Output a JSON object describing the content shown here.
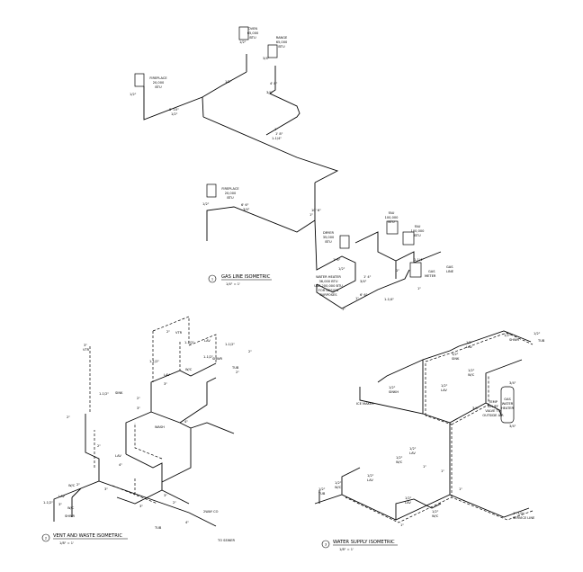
{
  "gas": {
    "title": "GAS LINE ISOMETRIC",
    "scale": "1/4\" = 1'",
    "num": "1",
    "oven": {
      "name": "OVEN",
      "btu": "65,000",
      "unit": "BTU",
      "pipe": "1/2\""
    },
    "range": {
      "name": "RANGE",
      "btu": "65,000",
      "unit": "BTU",
      "pipe": "3/4\""
    },
    "fireplace1": {
      "name": "FIREPLACE",
      "btu": "20,000",
      "unit": "BTU",
      "pipe": "1/2\""
    },
    "fireplace2": {
      "name": "FIREPLACE",
      "btu": "20,000",
      "unit": "BTU",
      "pipe": "1/2\""
    },
    "dryer": {
      "name": "DRYER",
      "btu": "35,000",
      "unit": "BTU"
    },
    "fau1": {
      "name": "FAU",
      "btu": "100,000",
      "unit": "BTU"
    },
    "fau2": {
      "name": "FAU",
      "btu": "100,000",
      "unit": "BTU"
    },
    "meter": {
      "name": "GAS",
      "sub": "METER"
    },
    "gasline": {
      "name": "GAS",
      "sub": "LINE"
    },
    "water_heater_note": [
      "WATER HEATER",
      "36,000 BTU",
      "USE 200,000 BTU",
      "FOR DESIGN",
      "PURPOSES"
    ],
    "sizes": [
      "1/2\"",
      "3/4\"",
      "1\"",
      "1-1/4\"",
      "1/2\"",
      "3/4\"",
      "1\"",
      "1/2\"",
      "3/4\"",
      "1\"",
      "1-1/4\"",
      "1\"",
      "1\"",
      "1\"",
      "1-1/4\""
    ],
    "runs": [
      "8' 10\"",
      "6' 6\"",
      "4' 8\"",
      "1' 8\"",
      "1' 6\"",
      "1' 4\"",
      "6' 6\"",
      "10' 6\""
    ]
  },
  "vent": {
    "title": "VENT AND WASTE ISOMETRIC",
    "scale": "1/8\" = 1'",
    "num": "2",
    "to_sewer": "TO SEWER",
    "labels": [
      "3\"",
      "VTR",
      "1-1/2\"",
      "SINK",
      "2\"",
      "VTR",
      "1-1/2\"",
      "LAV",
      "1-1/2\"",
      "2\"",
      "SHWR",
      "TUB",
      "2\"",
      "W/C",
      "3\"",
      "2\"",
      "1-1/2\"",
      "1-1/2\"",
      "LAV",
      "2\"",
      "3\"",
      "4\"",
      "WASH",
      "2\"",
      "LAV",
      "W/C",
      "3\"",
      "SHWR",
      "4\"",
      "3\"",
      "2\"",
      "TUB",
      "4\"",
      "2WAY CO",
      "3\"",
      "2\"",
      "1-1/2\"",
      "LAV",
      "W/C",
      "3\""
    ]
  },
  "water": {
    "title": "WATER SUPPLY ISOMETRIC",
    "scale": "1/8\" = 1'",
    "num": "3",
    "service": "SERVICE LINE",
    "service_size": "1\"-1/2\"",
    "ice_maker": "ICE MAKER",
    "heater": [
      "GAS",
      "WATER",
      "HEATER"
    ],
    "valve": [
      "TEMP",
      "RELIEF",
      "VALVE TO",
      "OUTSIDE AIR"
    ],
    "heater_sizes": [
      "3/4\"",
      "3/4\""
    ],
    "labels": [
      "1/2\"",
      "SHWR",
      "1/2\"",
      "TUB",
      "1/2\"",
      "LAV",
      "1/2\"",
      "SINK",
      "1/2\"",
      "W/C",
      "1/2\"",
      "LAV",
      "1/2\"",
      "SINKH",
      "1/2\"",
      "LAV",
      "1/2\"",
      "W/C",
      "1/2\"",
      "LAV",
      "1/2\"",
      "W/C",
      "1/2\"",
      "TUB",
      "1/2\"",
      "LAV",
      "1/2\"",
      "W/C",
      "1\"",
      "1\"",
      "3/4\"",
      "1\"",
      "1\""
    ]
  }
}
